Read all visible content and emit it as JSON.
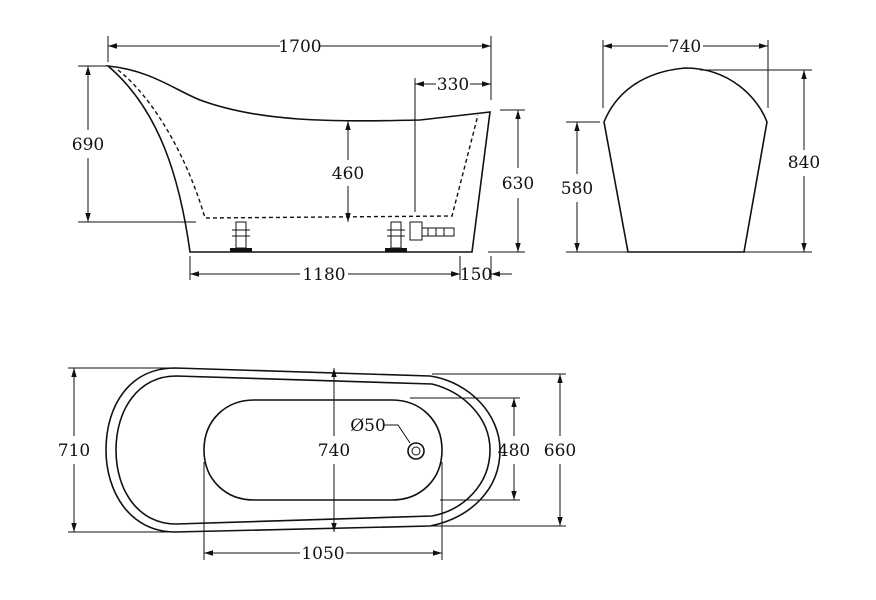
{
  "dimensions": {
    "side_length": "1700",
    "side_outlet_offset": "330",
    "side_height_back": "690",
    "side_inner_depth": "460",
    "side_height_front": "630",
    "side_base_length": "1180",
    "side_base_offset": "150",
    "end_width": "740",
    "end_height_total": "840",
    "end_height_side": "580",
    "top_width_outer": "710",
    "top_width_inner": "740",
    "top_drain": "Ø50",
    "top_inner_width": "480",
    "top_rim_width": "660",
    "top_inner_length": "1050"
  },
  "colors": {
    "stroke": "#111111",
    "background": "#ffffff"
  }
}
